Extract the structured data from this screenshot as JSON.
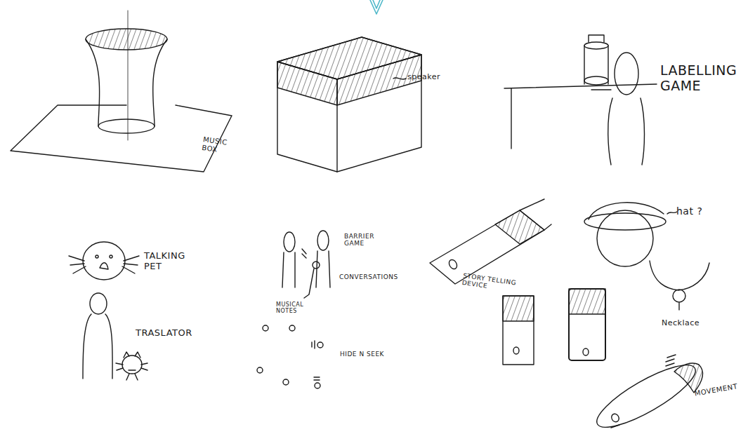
{
  "diagram": {
    "labels": [
      "MUSIC BOX",
      "speaker",
      "LABELLING GAME",
      "TALKING PET",
      "TRASLATOR",
      "BARRIER GAME",
      "CONVERSATIONS",
      "MUSICAL NOTES",
      "HIDE N SEEK",
      "STORY TELLING DEVICE",
      "hat ?",
      "Necklace",
      "MOVEMENT"
    ]
  }
}
